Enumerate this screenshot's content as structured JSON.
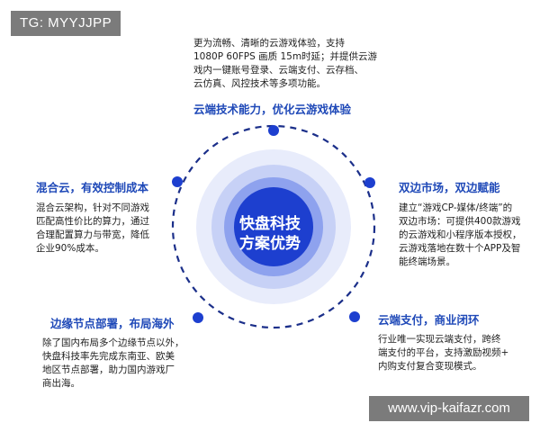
{
  "watermark_top": "TG: MYYJJPP",
  "watermark_bottom": "www.vip-kaifazr.com",
  "center": {
    "line1": "快盘科技",
    "line2": "方案优势"
  },
  "top": {
    "lines": [
      "更为流畅、清晰的云游戏体验，支持",
      "1080P 60FPS 画质 15m时延；并提供云游",
      "戏内一键账号登录、云端支付、云存档、",
      "云仿真、风控技术等多项功能。"
    ],
    "title": "云端技术能力，优化云游戏体验"
  },
  "left": {
    "title": "混合云，有效控制成本",
    "lines": [
      "混合云架构，针对不同游戏",
      "匹配高性价比的算力，通过",
      "合理配置算力与带宽，降低",
      "企业90%成本。"
    ]
  },
  "right": {
    "title": "双边市场，双边赋能",
    "lines": [
      "建立“游戏CP-媒体/终端”的",
      "双边市场：可提供400款游戏",
      "的云游戏和小程序版本授权，",
      "云游戏落地在数十个APP及智",
      "能终端场景。"
    ]
  },
  "bottom_left": {
    "title": "边缘节点部署，布局海外",
    "lines": [
      "除了国内布局多个边缘节点以外，",
      "快盘科技率先完成东南亚、欧美",
      "地区节点部署，助力国内游戏厂",
      "商出海。"
    ]
  },
  "bottom_right": {
    "title": "云端支付，商业闭环",
    "lines": [
      "行业唯一实现云端支付，跨终",
      "端支付的平台，支持激励视频+",
      "内购支付复合变现模式。"
    ]
  },
  "colors": {
    "accent": "#1f49b8",
    "core": "#1d3fcf",
    "ring1": "#8ea2ee",
    "ring2": "#c7d1f6",
    "ring3": "#e8ecfb"
  }
}
